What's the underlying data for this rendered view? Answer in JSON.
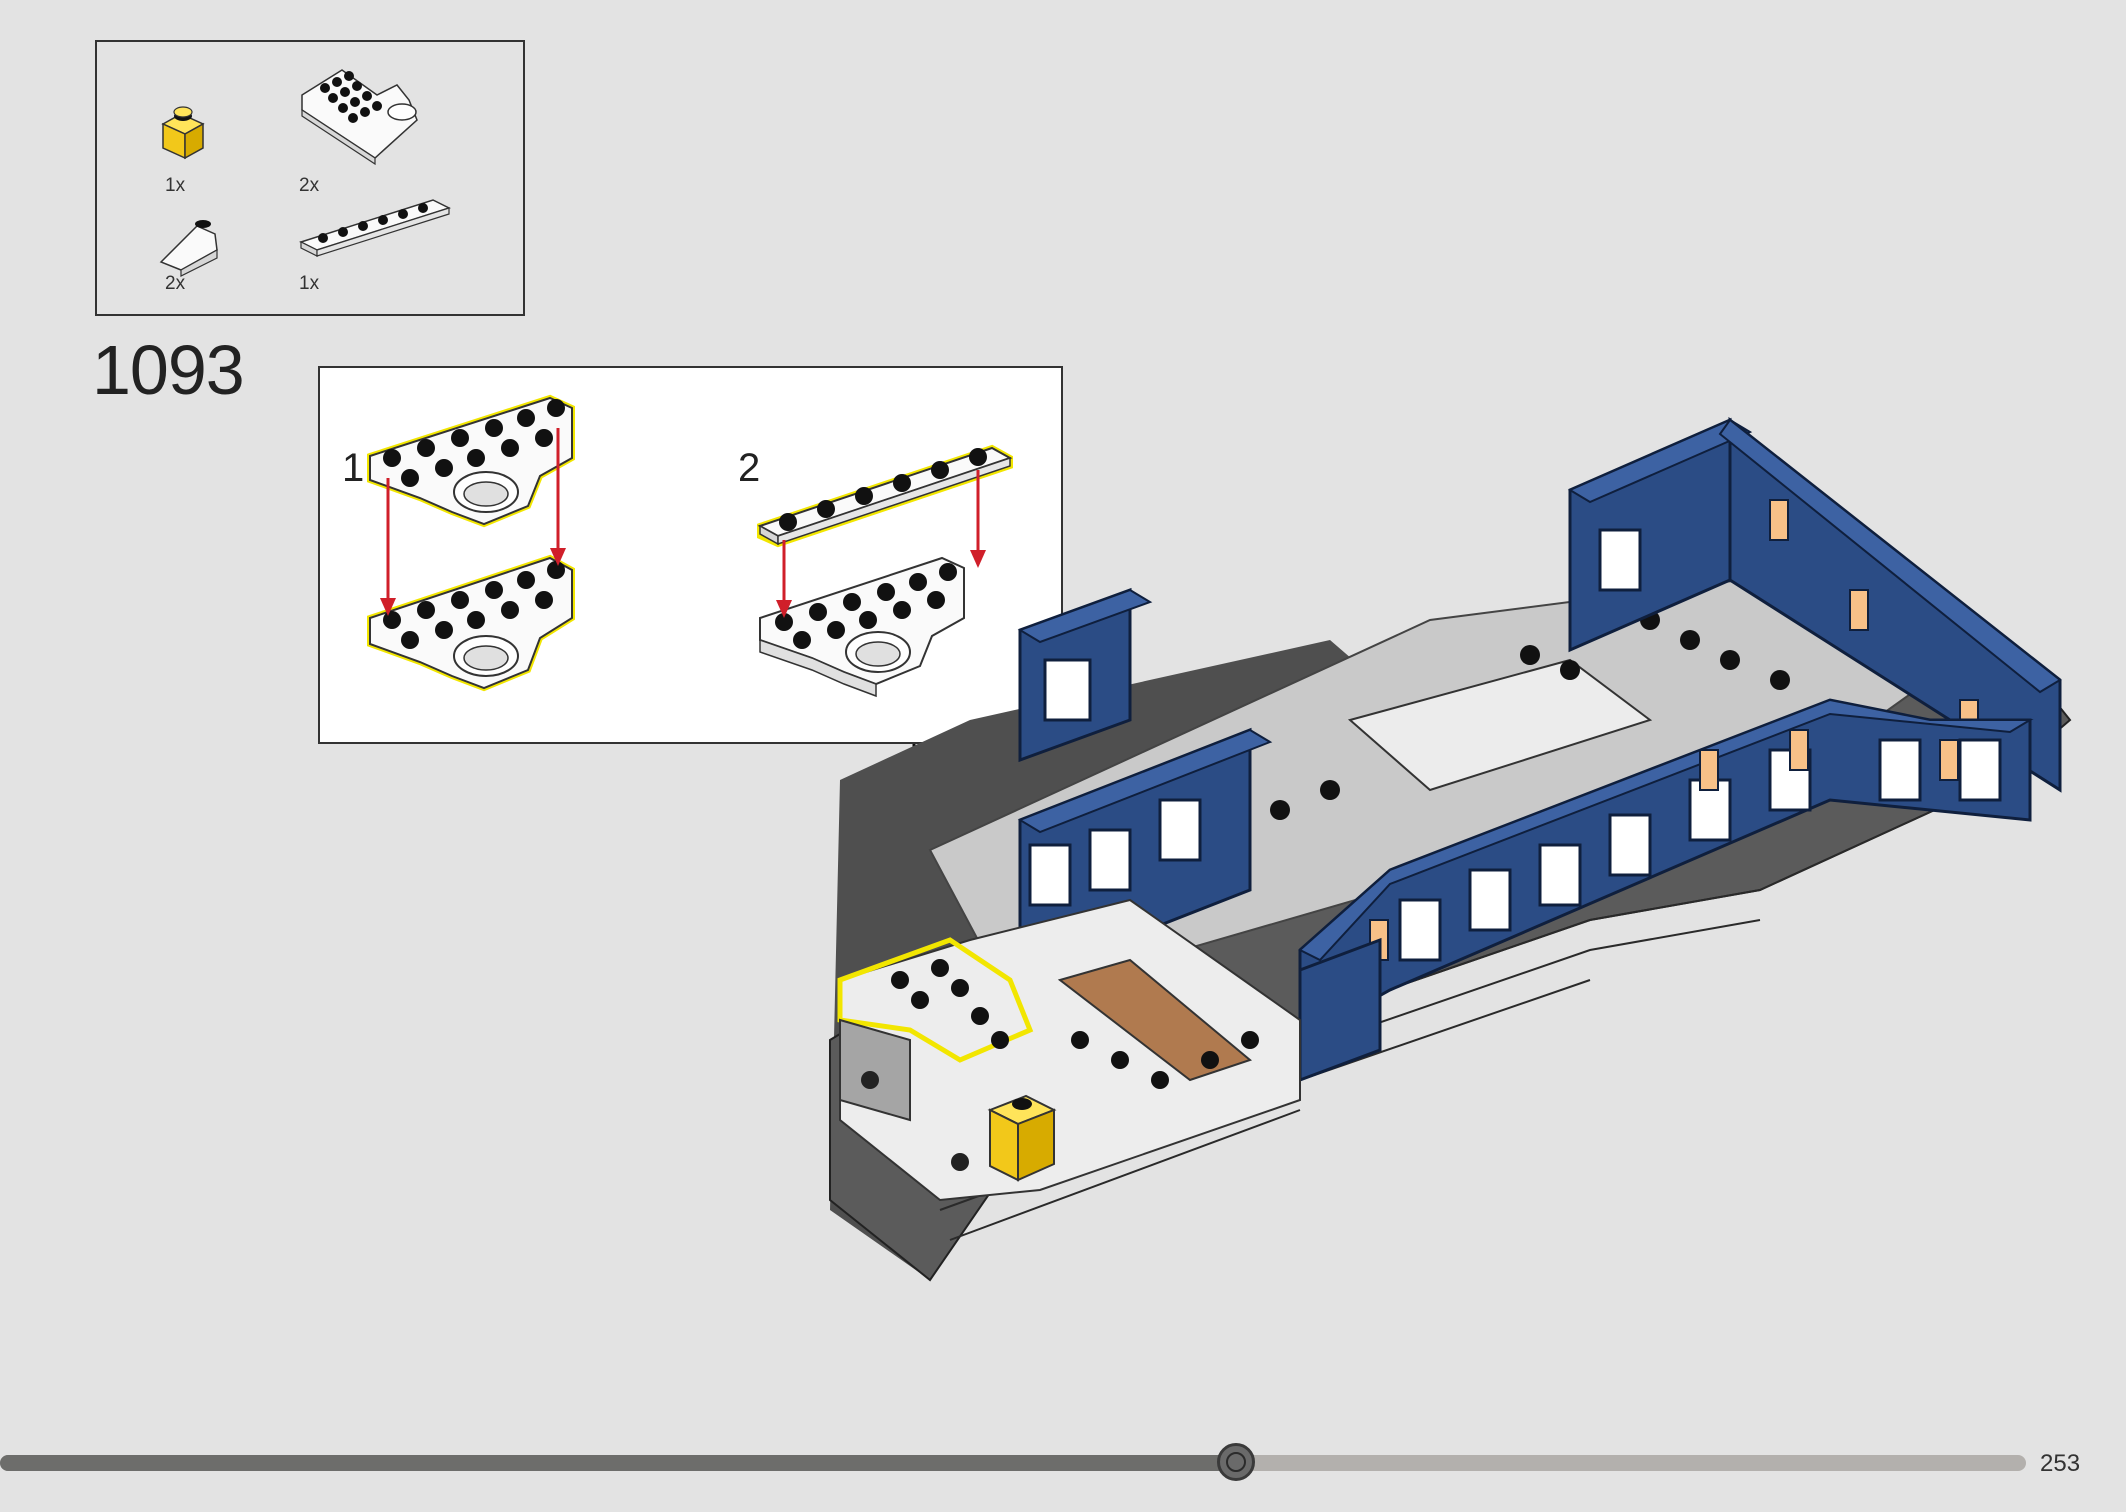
{
  "instructions": {
    "step_number": "1093",
    "page_number": "253",
    "progress": 0.61,
    "parts_list": [
      {
        "quantity": "1x",
        "part": "yellow-brick-1x1"
      },
      {
        "quantity": "2x",
        "part": "white-plate-with-ring"
      },
      {
        "quantity": "2x",
        "part": "white-slope"
      },
      {
        "quantity": "1x",
        "part": "white-plate-1x6"
      }
    ],
    "substeps": [
      {
        "label": "1"
      },
      {
        "label": "2"
      }
    ]
  },
  "colors": {
    "background": "#e3e3e3",
    "navy_brick": "#2b4c85",
    "light_gray_plate": "#c9c9c9",
    "dark_gray_plate": "#5b5b5b",
    "yellow_brick": "#f6cf1a",
    "highlight_outline": "#f2e600",
    "arrow_red": "#d01f2a",
    "tile_tan": "#b07a4f"
  }
}
